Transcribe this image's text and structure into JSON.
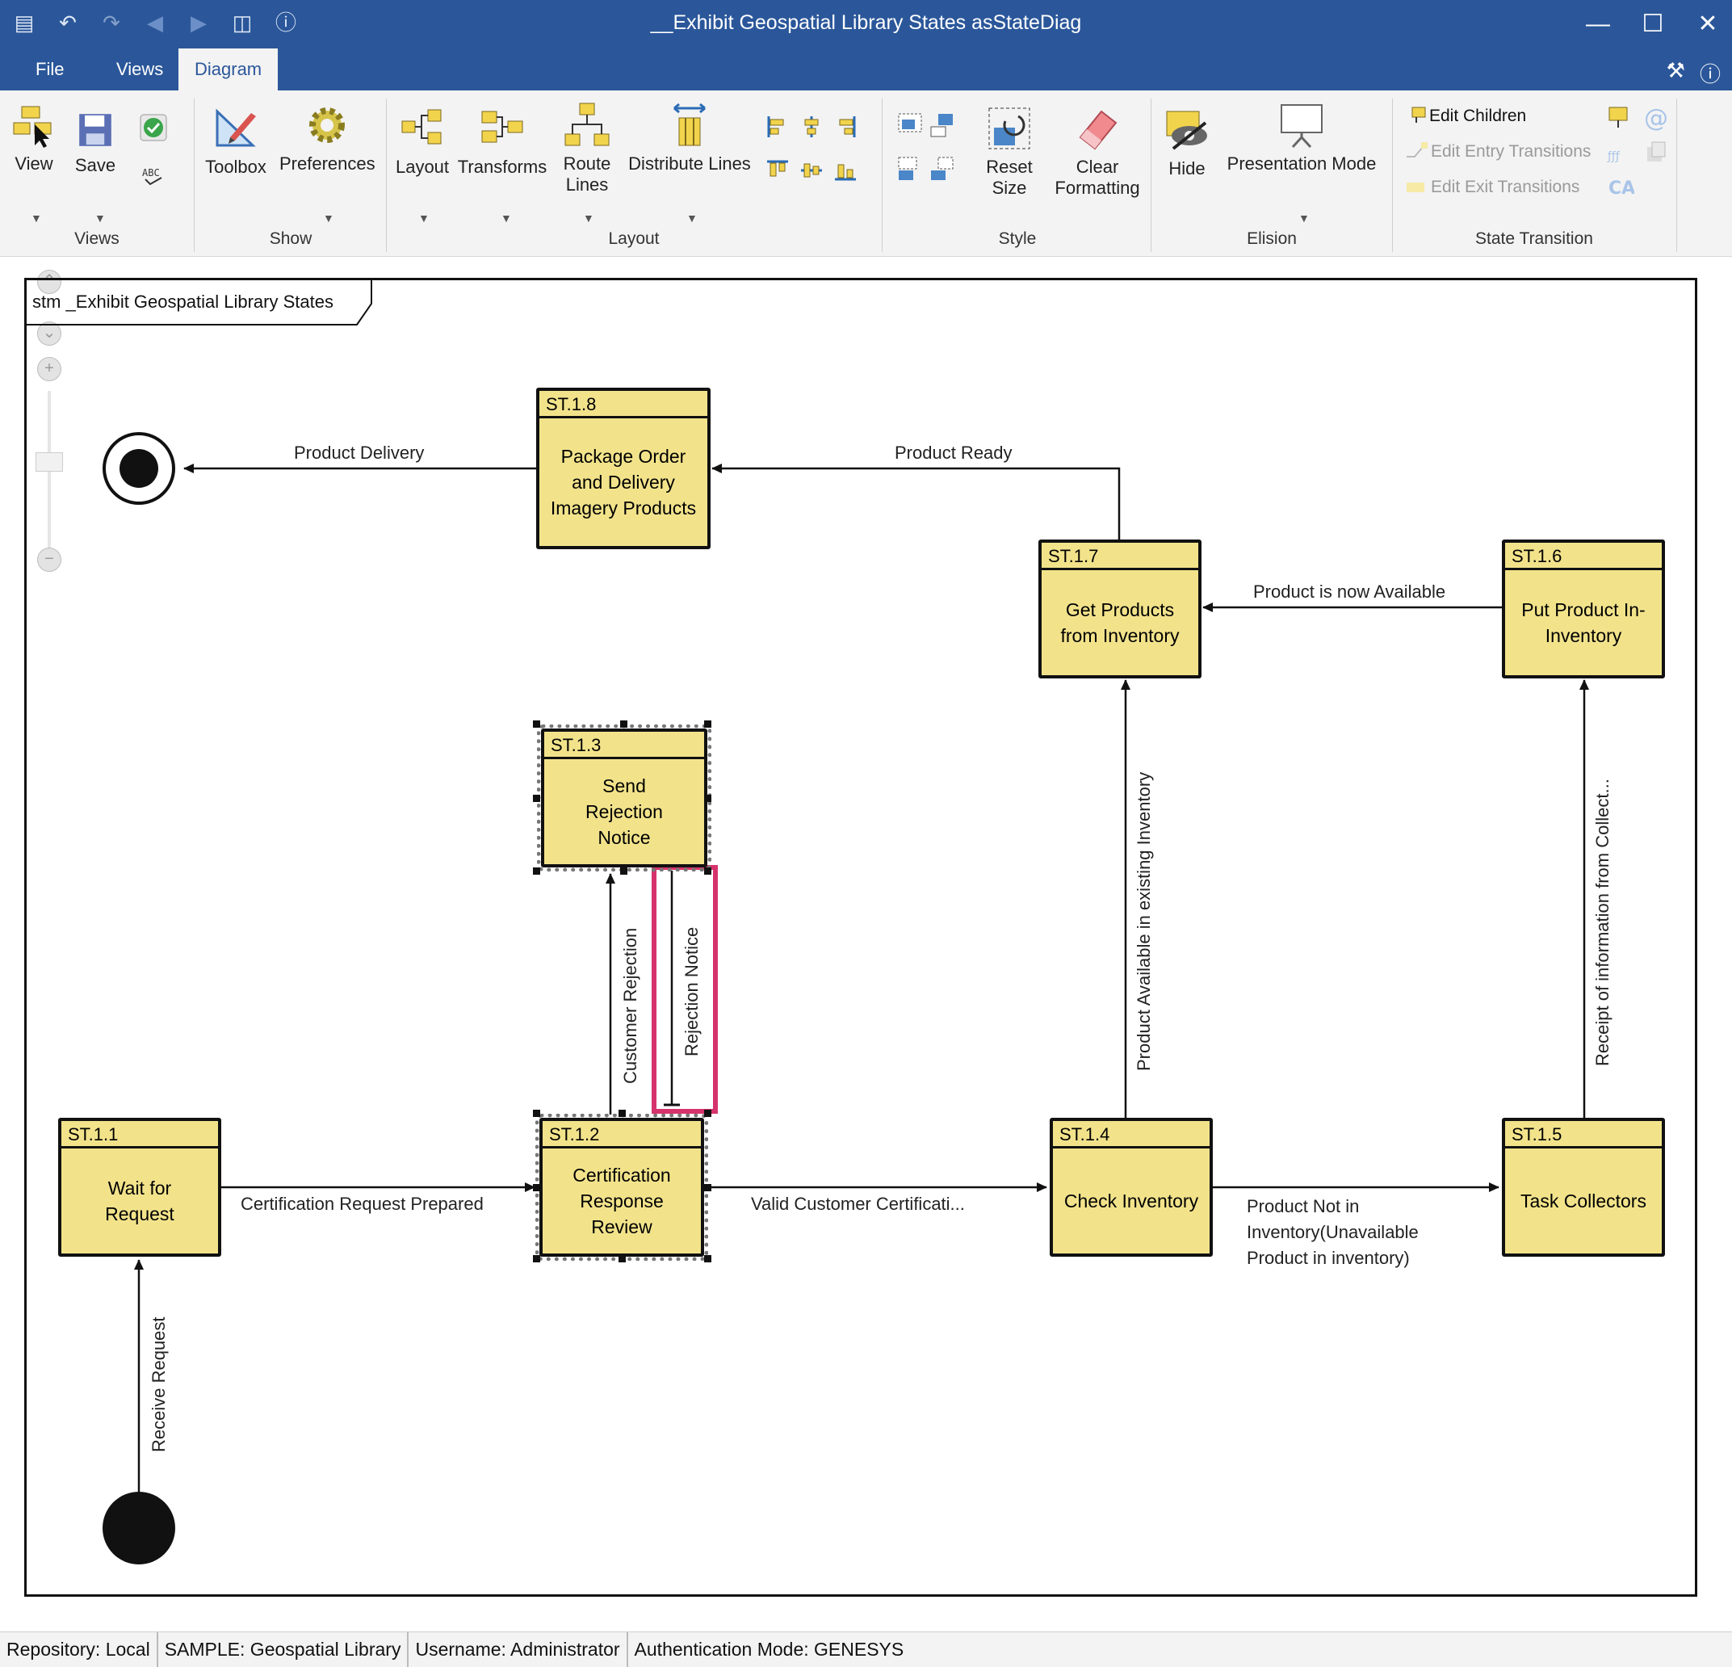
{
  "window": {
    "title": "__Exhibit Geospatial Library States asStateDiag"
  },
  "quick_access_icons": [
    "app-icon",
    "undo-icon",
    "redo-icon",
    "back-icon",
    "forward-icon",
    "properties-icon",
    "info-icon"
  ],
  "menu_tabs": [
    {
      "label": "File",
      "active": false
    },
    {
      "label": "Views",
      "active": false
    },
    {
      "label": "Diagram",
      "active": true
    }
  ],
  "ribbon": {
    "views": {
      "view": "View",
      "save": "Save",
      "group": "Views"
    },
    "show": {
      "toolbox": "Toolbox",
      "preferences": "Preferences",
      "group": "Show"
    },
    "layout": {
      "layout": "Layout",
      "transforms": "Transforms",
      "route_lines_1": "Route",
      "route_lines_2": "Lines",
      "distribute_lines": "Distribute Lines",
      "group": "Layout"
    },
    "style": {
      "reset_1": "Reset",
      "reset_2": "Size",
      "clear_1": "Clear",
      "clear_2": "Formatting",
      "group": "Style"
    },
    "elision": {
      "hide": "Hide",
      "presentation": "Presentation Mode",
      "group": "Elision"
    },
    "state_transition": {
      "edit_children": "Edit Children",
      "edit_entry": "Edit Entry Transitions",
      "edit_exit": "Edit Exit Transitions",
      "group": "State Transition"
    }
  },
  "diagram": {
    "frame_title": "stm _Exhibit Geospatial Library States",
    "states": [
      {
        "id": "ST.1.1",
        "name": "Wait for Request"
      },
      {
        "id": "ST.1.2",
        "name": "Certification Response Review"
      },
      {
        "id": "ST.1.3",
        "name": "Send Rejection Notice"
      },
      {
        "id": "ST.1.4",
        "name": "Check Inventory"
      },
      {
        "id": "ST.1.5",
        "name": "Task Collectors"
      },
      {
        "id": "ST.1.6",
        "name": "Put Product In-Inventory"
      },
      {
        "id": "ST.1.7",
        "name": "Get Products from Inventory"
      },
      {
        "id": "ST.1.8",
        "name": "Package Order and Delivery Imagery Products"
      }
    ],
    "transitions": {
      "receive_request": "Receive Request",
      "cert_request_prepared": "Certification Request Prepared",
      "valid_customer": "Valid Customer Certificati...",
      "customer_rejection": "Customer Rejection",
      "rejection_notice": "Rejection Notice",
      "product_not_in_inventory_1": "Product Not in",
      "product_not_in_inventory_2": "Inventory(Unavailable",
      "product_not_in_inventory_3": "Product in inventory)",
      "receipt_info": "Receipt of information from Collect...",
      "product_available_existing": "Product Available in existing Inventory",
      "product_now_available": "Product is now Available",
      "product_ready": "Product Ready",
      "product_delivery": "Product Delivery"
    },
    "highlight_color": "#d6336c"
  },
  "status_bar": {
    "repository": "Repository: Local",
    "sample": "SAMPLE: Geospatial Library",
    "username": "Username: Administrator",
    "auth": "Authentication Mode: GENESYS"
  }
}
